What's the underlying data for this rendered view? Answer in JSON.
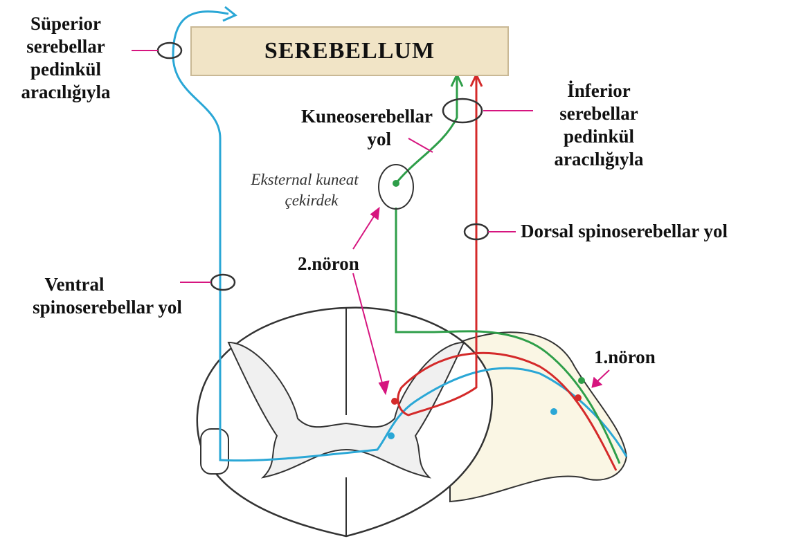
{
  "title": "SEREBELLUM",
  "labels": {
    "superior": [
      "Süperior",
      "serebellar",
      "pedinkül",
      "aracılığıyla"
    ],
    "inferior": [
      "İnferior",
      "serebellar",
      "pedinkül",
      "aracılığıyla"
    ],
    "kuneo": [
      "Kuneoserebellar",
      "yol"
    ],
    "eksternal": [
      "Eksternal kuneat",
      "çekirdek"
    ],
    "dorsal": "Dorsal spinoserebellar yol",
    "ventral": [
      "Ventral",
      "spinoserebellar yol"
    ],
    "neuron2": "2.nöron",
    "neuron1": "1.nöron"
  },
  "colors": {
    "ventral_tract": "#2aa7d6",
    "dorsal_tract": "#d42a2a",
    "cuneo_tract": "#2e9e49",
    "pointer": "#d6157f",
    "cerebellum_fill": "#f1e4c6"
  }
}
